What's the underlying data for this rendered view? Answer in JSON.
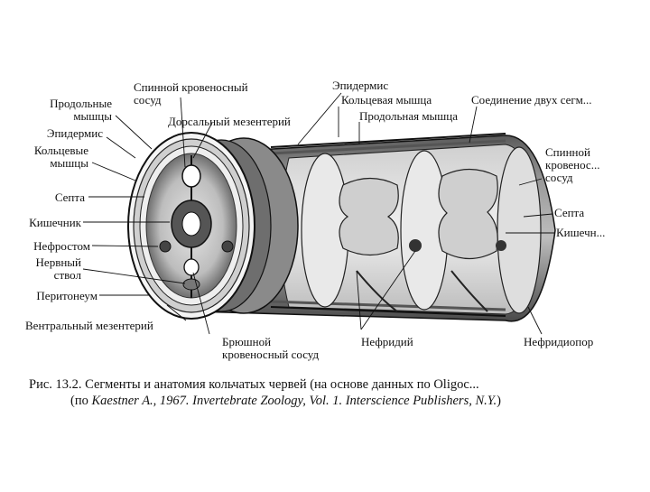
{
  "labels": {
    "dorsal_vessel_top": "Спинной кровеносный",
    "dorsal_vessel_top_2": "сосуд",
    "longitudinal_muscles": "Продольные",
    "longitudinal_muscles_2": "мышцы",
    "epidermis_left": "Эпидермис",
    "circular_muscles": "Кольцевые",
    "circular_muscles_2": "мышцы",
    "dorsal_mesentery": "Дорсальный мезентерий",
    "septum_left": "Септа",
    "intestine_left": "Кишечник",
    "nephrostome": "Нефростом",
    "nerve_cord": "Нервный",
    "nerve_cord_2": "ствол",
    "peritoneum": "Перитонеум",
    "ventral_mesentery": "Вентральный мезентерий",
    "epidermis_top": "Эпидермис",
    "circular_muscle_top": "Кольцевая мышца",
    "longitudinal_muscle_top": "Продольная мышца",
    "junction_segments": "Соединение двух сегм...",
    "dorsal_vessel_right": "Спинной",
    "dorsal_vessel_right_2": "кровенос...",
    "dorsal_vessel_right_3": "сосуд",
    "septum_right": "Септа",
    "intestine_right": "Кишечн...",
    "ventral_vessel": "Брюшной",
    "ventral_vessel_2": "кровеносный сосуд",
    "nephridium": "Нефридий",
    "nephridiopore": "Нефридиопор"
  },
  "caption": {
    "line1": "Рис. 13.2. Сегменты и анатомия кольчатых червей (на основе данных по Oligoc...",
    "line2_prefix": "(по ",
    "line2_italic": "Kaestner A., 1967. Invertebrate Zoology, Vol. 1. Interscience Publishers, N.Y.",
    "line2_suffix": ")"
  },
  "colors": {
    "ink": "#111111",
    "body_mid": "#7a7a7a",
    "body_dark": "#3a3a3a",
    "body_light": "#d8d8d8"
  }
}
